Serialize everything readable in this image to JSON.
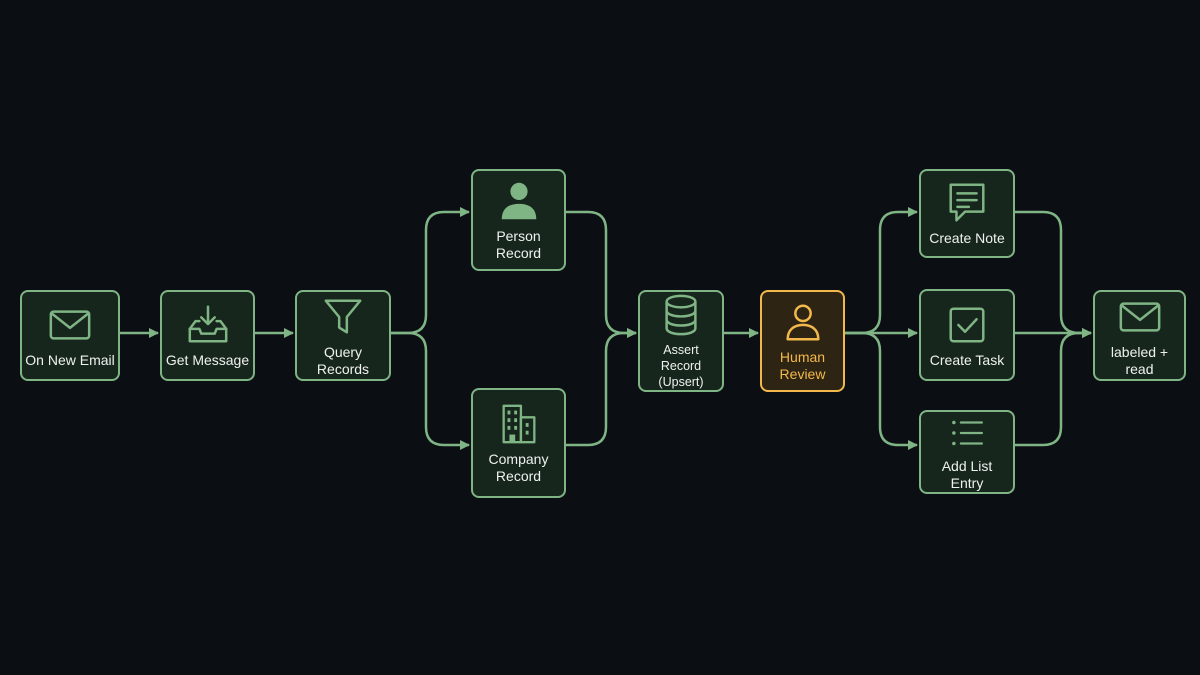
{
  "diagram": {
    "background": "#0b0e13",
    "colors": {
      "edge": "#7fb485",
      "node_border": "#7fb485",
      "node_fill": "#17261c",
      "highlight_border": "#f2b84b",
      "highlight_fill": "#2d2414",
      "highlight_text": "#f4b948",
      "text": "#eef2ee"
    },
    "nodes": [
      {
        "id": "on_new_email",
        "label": "On New Email",
        "icon": "mail-icon"
      },
      {
        "id": "get_message",
        "label": "Get Message",
        "icon": "inbox-download-icon"
      },
      {
        "id": "query_records",
        "label": "Query Records",
        "icon": "filter-icon"
      },
      {
        "id": "person_record",
        "label": "Person\nRecord",
        "icon": "person-icon"
      },
      {
        "id": "company_record",
        "label": "Company\nRecord",
        "icon": "building-icon"
      },
      {
        "id": "assert_record",
        "label": "Assert Record\n(Upsert)",
        "icon": "database-icon"
      },
      {
        "id": "human_review",
        "label": "Human\nReview",
        "icon": "user-icon",
        "highlighted": true
      },
      {
        "id": "create_note",
        "label": "Create Note",
        "icon": "note-icon"
      },
      {
        "id": "create_task",
        "label": "Create Task",
        "icon": "checkbox-icon"
      },
      {
        "id": "add_list_entry",
        "label": "Add List Entry",
        "icon": "list-icon"
      },
      {
        "id": "labeled_read",
        "label": "labeled + read",
        "icon": "mail-icon"
      }
    ],
    "edges": [
      {
        "from": "on_new_email",
        "to": "get_message"
      },
      {
        "from": "get_message",
        "to": "query_records"
      },
      {
        "from": "query_records",
        "to": "person_record"
      },
      {
        "from": "query_records",
        "to": "company_record"
      },
      {
        "from": "person_record",
        "to": "assert_record"
      },
      {
        "from": "company_record",
        "to": "assert_record"
      },
      {
        "from": "assert_record",
        "to": "human_review"
      },
      {
        "from": "human_review",
        "to": "create_note"
      },
      {
        "from": "human_review",
        "to": "create_task"
      },
      {
        "from": "human_review",
        "to": "add_list_entry"
      },
      {
        "from": "create_note",
        "to": "labeled_read"
      },
      {
        "from": "create_task",
        "to": "labeled_read"
      },
      {
        "from": "add_list_entry",
        "to": "labeled_read"
      }
    ]
  }
}
